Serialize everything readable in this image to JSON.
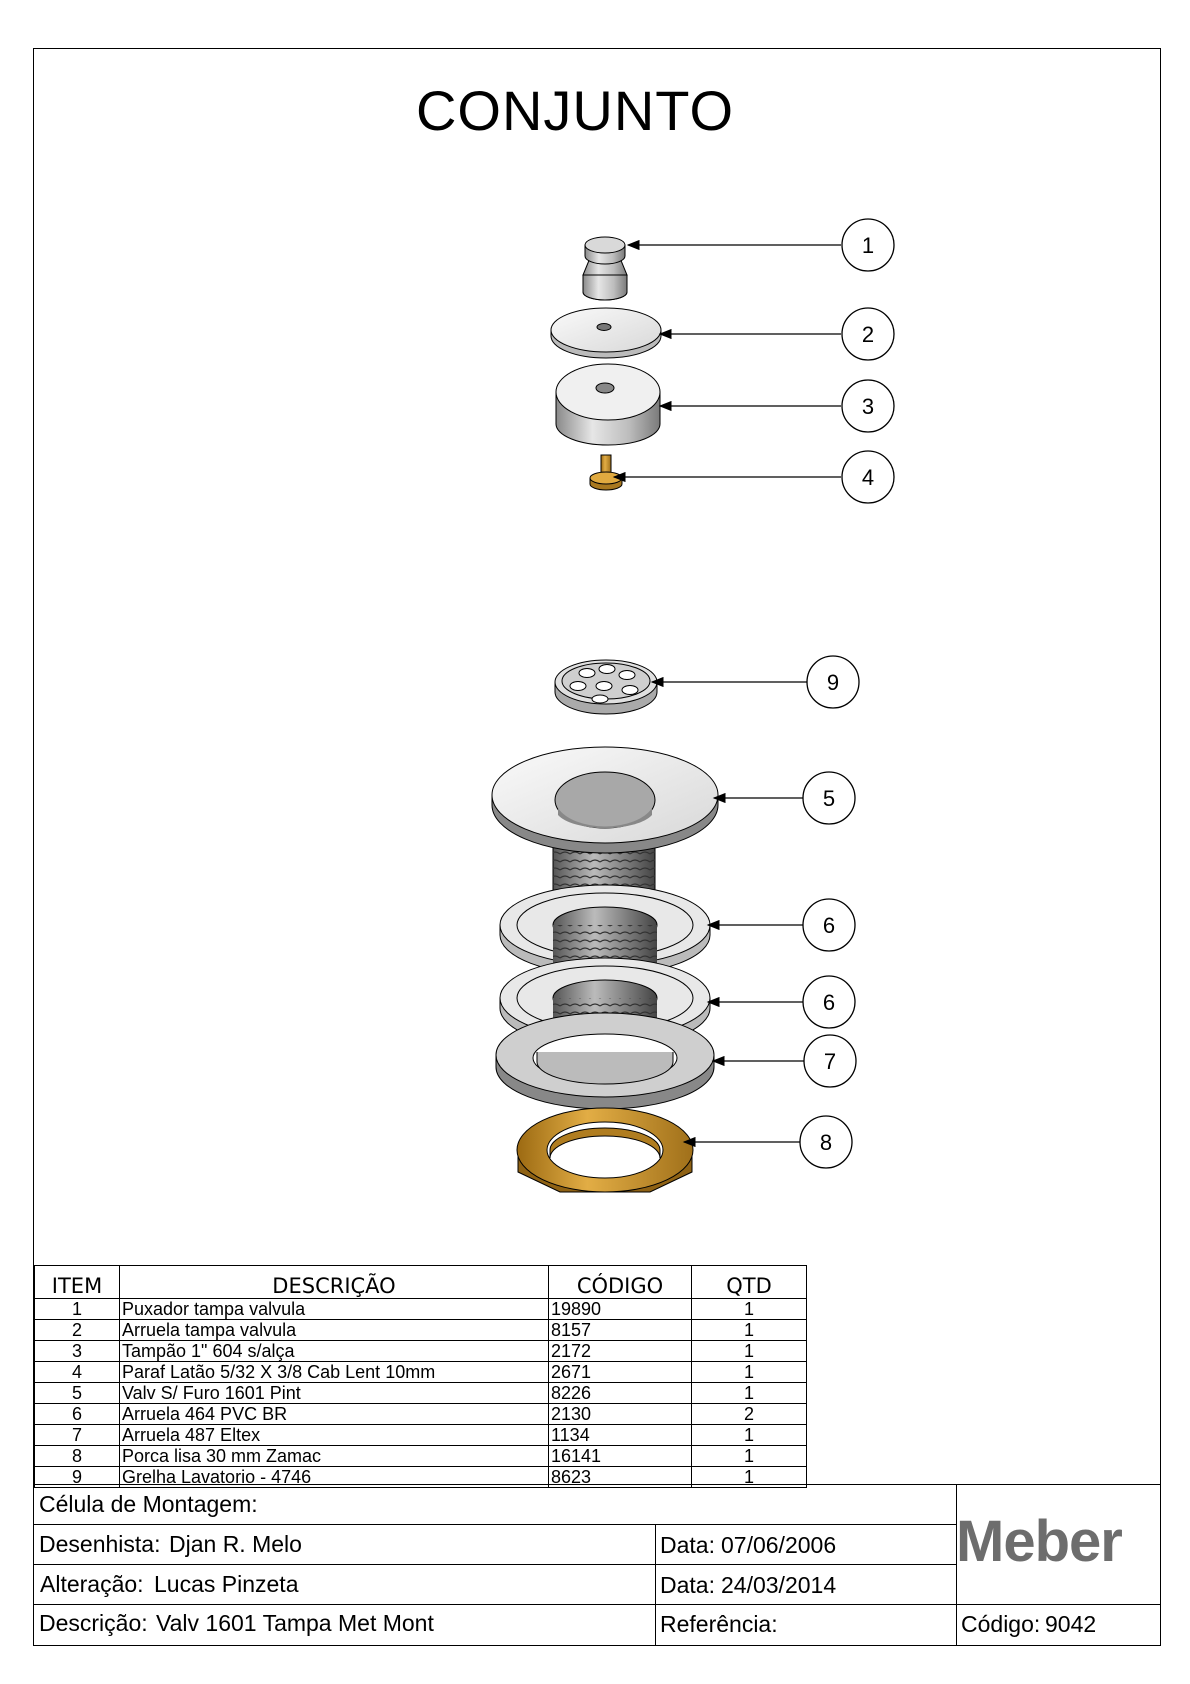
{
  "title": "CONJUNTO",
  "callouts": [
    "1",
    "2",
    "3",
    "4",
    "9",
    "5",
    "6",
    "6",
    "7",
    "8"
  ],
  "bom": {
    "headers": {
      "item": "ITEM",
      "descricao": "DESCRIÇÃO",
      "codigo": "CÓDIGO",
      "qtd": "QTD"
    },
    "rows": [
      {
        "item": "1",
        "descricao": "Puxador tampa valvula",
        "codigo": "19890",
        "qtd": "1"
      },
      {
        "item": "2",
        "descricao": "Arruela tampa valvula",
        "codigo": "8157",
        "qtd": "1"
      },
      {
        "item": "3",
        "descricao": "Tampão 1\" 604 s/alça",
        "codigo": "2172",
        "qtd": "1"
      },
      {
        "item": "4",
        "descricao": "Paraf Latão 5/32 X 3/8 Cab Lent 10mm",
        "codigo": "2671",
        "qtd": "1"
      },
      {
        "item": "5",
        "descricao": "Valv S/ Furo 1601 Pint",
        "codigo": "8226",
        "qtd": "1"
      },
      {
        "item": "6",
        "descricao": "Arruela 464 PVC BR",
        "codigo": "2130",
        "qtd": "2"
      },
      {
        "item": "7",
        "descricao": "Arruela 487 Eltex",
        "codigo": "1134",
        "qtd": "1"
      },
      {
        "item": "8",
        "descricao": "Porca lisa 30 mm  Zamac",
        "codigo": "16141",
        "qtd": "1"
      },
      {
        "item": "9",
        "descricao": "Grelha  Lavatorio - 4746",
        "codigo": "8623",
        "qtd": "1"
      }
    ]
  },
  "title_block": {
    "celula_label": "Célula de Montagem:",
    "desenhista_label": "Desenhista:",
    "desenhista_value": "Djan R. Melo",
    "alteracao_label": "Alteração:",
    "alteracao_value": "Lucas Pinzeta",
    "data1_label": "Data:",
    "data1_value": "07/06/2006",
    "data2_label": "Data:",
    "data2_value": "24/03/2014",
    "descricao_label": "Descrição:",
    "descricao_value": "Valv 1601 Tampa Met Mont",
    "referencia_label": "Referência:",
    "codigo_label": "Código:",
    "codigo_value": "9042",
    "logo": "Meber"
  },
  "colors": {
    "brass": "#c8922a",
    "metal": "#c9c9c9",
    "line": "#000000"
  }
}
